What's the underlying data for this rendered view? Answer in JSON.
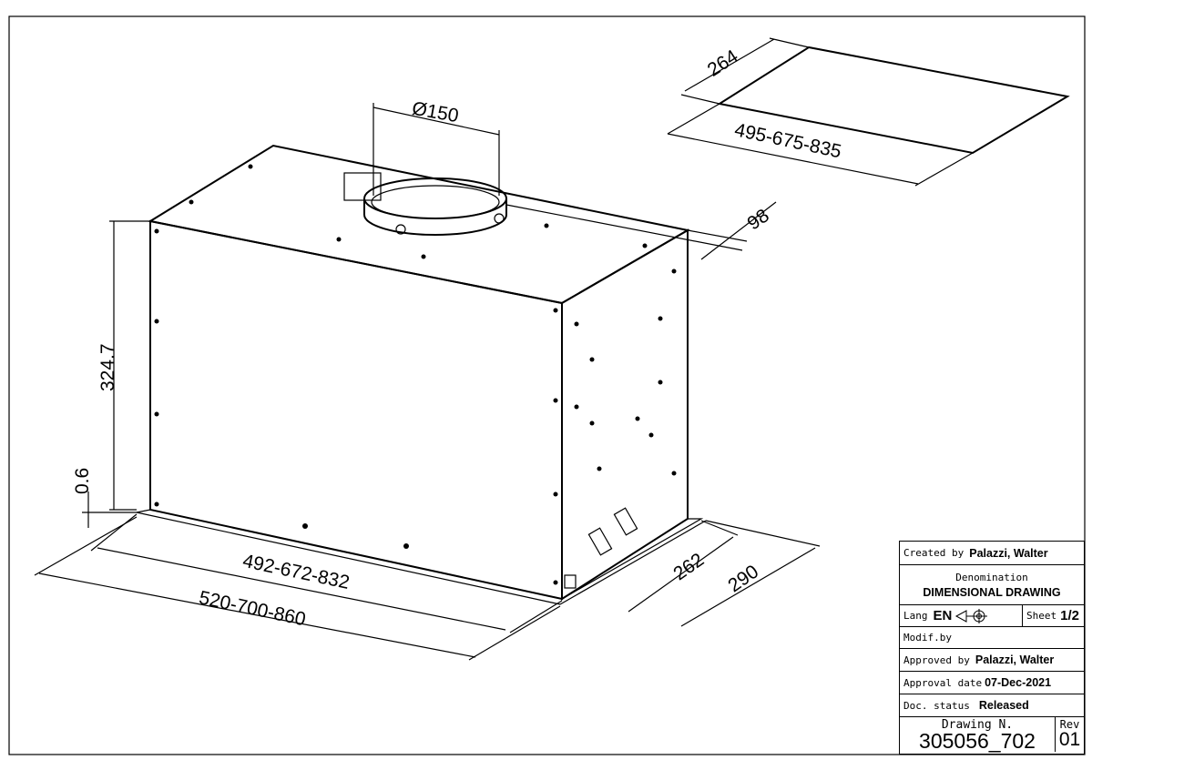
{
  "dimensions": {
    "duct_diameter": "Ø150",
    "panel_depth": "264",
    "panel_width": "495-675-835",
    "duct_offset": "98",
    "height": "324.7",
    "gap": "0.6",
    "inner_width": "492-672-832",
    "outer_width": "520-700-860",
    "inner_depth": "262",
    "outer_depth": "290"
  },
  "title_block": {
    "created_label": "Created by",
    "created_value": "Palazzi, Walter",
    "denomination_label": "Denomination",
    "denomination_value": "DIMENSIONAL DRAWING",
    "lang_label": "Lang",
    "lang_value": "EN",
    "sheet_label": "Sheet",
    "sheet_value": "1/2",
    "modif_label": "Modif.by",
    "approved_label": "Approved by",
    "approved_value": "Palazzi, Walter",
    "approval_date_label": "Approval date",
    "approval_date_value": "07-Dec-2021",
    "status_label": "Doc. status",
    "status_value": "Released",
    "drawing_label": "Drawing N.",
    "drawing_value": "305056_702",
    "rev_label": "Rev",
    "rev_value": "01"
  }
}
